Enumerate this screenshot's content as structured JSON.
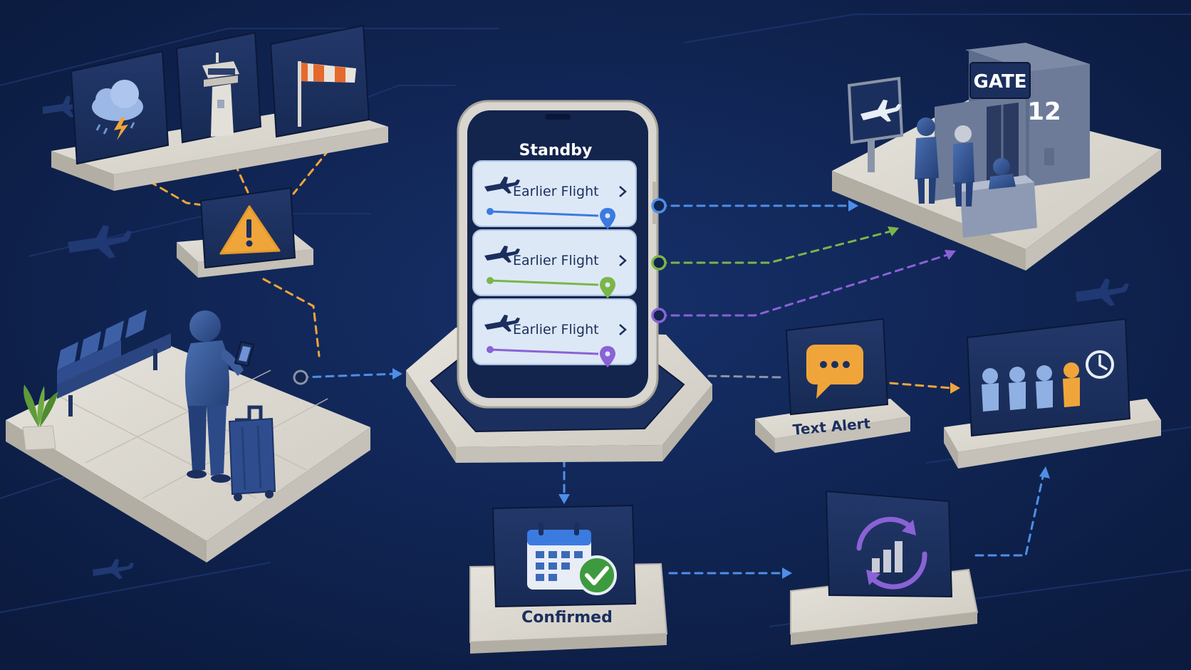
{
  "phone": {
    "header": "Standby",
    "options": [
      {
        "label": "Earlier Flight",
        "color": "#3b7be0"
      },
      {
        "label": "Earlier Flight",
        "color": "#7ab648"
      },
      {
        "label": "Earlier Flight",
        "color": "#8a62d6"
      }
    ]
  },
  "gate": {
    "sign": "GATE",
    "number": "12"
  },
  "text_alert": {
    "label": "Text Alert"
  },
  "confirmed": {
    "label": "Confirmed"
  },
  "colors": {
    "background": "#0f2149",
    "card": "#1b2f5e",
    "platform": "#dcd9d2",
    "accent_orange": "#f0a53a",
    "accent_blue": "#4d8fe8",
    "accent_green": "#7ab648",
    "accent_purple": "#8a62d6",
    "check_green": "#3e9a3f"
  },
  "icons": [
    "storm-cloud-icon",
    "control-tower-icon",
    "windsock-icon",
    "warning-icon",
    "airplane-icon",
    "chat-bubble-icon",
    "calendar-icon",
    "check-icon",
    "refresh-chart-icon",
    "queue-people-icon",
    "clock-icon"
  ]
}
